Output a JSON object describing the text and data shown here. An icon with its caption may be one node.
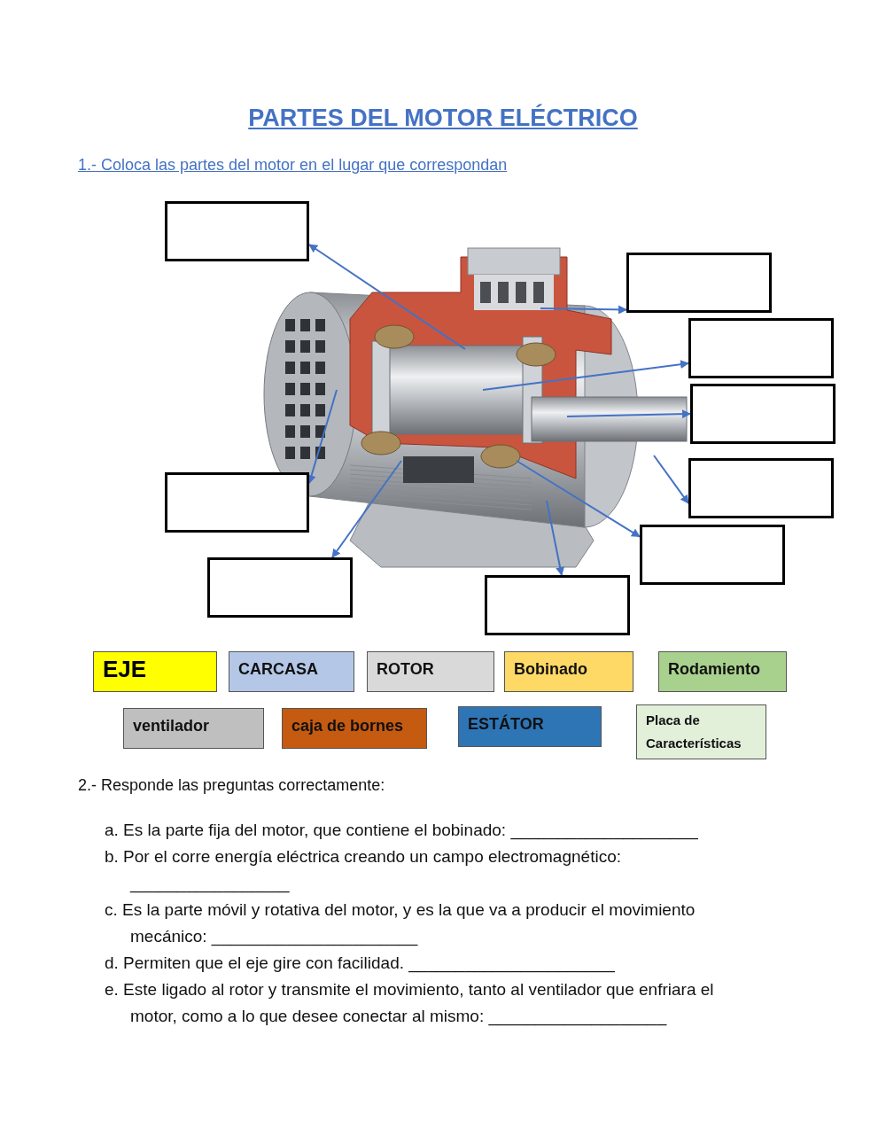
{
  "diagram": {
    "title": "PARTES DEL MOTOR ELÉCTRICO",
    "nodes": [
      {
        "text": [],
        "shape": "box"
      },
      {
        "text": [],
        "shape": "box"
      },
      {
        "text": [],
        "shape": "box"
      },
      {
        "text": [],
        "shape": "box"
      },
      {
        "text": [],
        "shape": "box"
      },
      {
        "text": [],
        "shape": "box"
      },
      {
        "text": [],
        "shape": "box"
      },
      {
        "text": [],
        "shape": "box"
      },
      {
        "text": [],
        "shape": "box"
      },
      {
        "text": [
          "EJE"
        ]
      },
      {
        "text": [
          "CARCASA"
        ]
      },
      {
        "text": [
          "ROTOR"
        ]
      },
      {
        "text": [
          "Bobinado"
        ]
      },
      {
        "text": [
          "Rodamiento"
        ]
      },
      {
        "text": [
          "ventilador"
        ]
      },
      {
        "text": [
          "caja de bornes"
        ]
      },
      {
        "text": [
          "ESTÁTOR"
        ]
      },
      {
        "text": [
          "Placa de Características"
        ]
      }
    ],
    "edges": [
      {
        "from": null,
        "to": 0,
        "arrow": "to"
      },
      {
        "from": null,
        "to": 1,
        "arrow": "to"
      },
      {
        "from": null,
        "to": 2,
        "arrow": "to"
      },
      {
        "from": null,
        "to": 3,
        "arrow": "to"
      },
      {
        "from": null,
        "to": 4,
        "arrow": "to"
      },
      {
        "from": null,
        "to": 5,
        "arrow": "to"
      },
      {
        "from": null,
        "to": 6,
        "arrow": "to"
      },
      {
        "from": null,
        "to": 7,
        "arrow": "to"
      },
      {
        "from": null,
        "to": 8,
        "arrow": "to"
      }
    ],
    "labels": [
      "1.- Coloca las partes del motor en el lugar que correspondan",
      "2.- Responde las preguntas correctamente:",
      "a. Es la parte fija del motor, que contiene el bobinado: ____________________",
      "b. Por el corre energía eléctrica creando un campo electromagnético: _________________",
      "c. Es la parte móvil y rotativa del motor, y es la que va a producir el movimiento mecánico: ______________________",
      "d. Permiten que el eje gire con facilidad. ______________________",
      "e. Este ligado al rotor y transmite el movimiento, tanto al ventilador que enfriara el motor, como a lo que desee conectar al mismo: ___________________"
    ]
  }
}
